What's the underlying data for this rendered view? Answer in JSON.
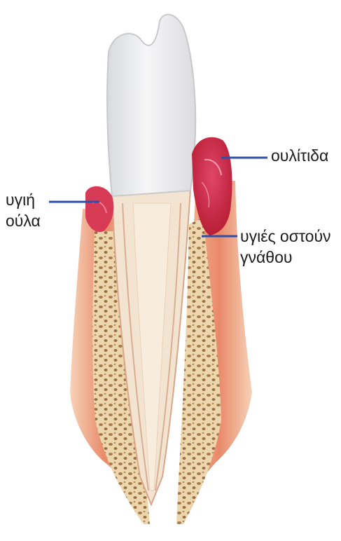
{
  "labels": {
    "healthy_gums": {
      "line1": "υγιή",
      "line2": "ούλα"
    },
    "gingivitis": {
      "line1": "ουλίτιδα"
    },
    "healthy_jawbone": {
      "line1": "υγιές οστούν",
      "line2": "γνάθου"
    }
  },
  "colors": {
    "leader_line": "#2d4fa8",
    "enamel": "#eeeef0",
    "gum_healthy": "#f0a48c",
    "gum_inflamed": "#cc2a40",
    "bone": "#e7cda0",
    "bone_pores": "#a5784a",
    "root_dentin": "#f3e4d2",
    "pulp": "#f6e8d4"
  }
}
